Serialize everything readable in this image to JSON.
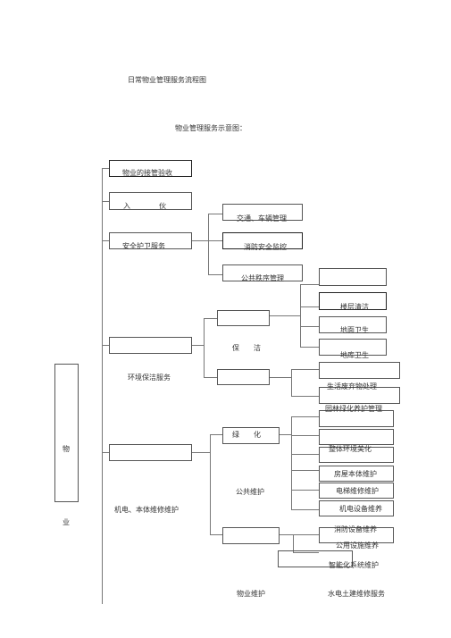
{
  "doc": {
    "title": "日常物业管理服务流程图",
    "subtitle": "物业管理服务示意图："
  },
  "root": {
    "char1": "物",
    "char2": "业"
  },
  "level1": {
    "takeover": "物业的接管验收",
    "movein": "入　　　　伙",
    "security": "安全护卫服务",
    "environment": "环境保洁服务",
    "mep": "机电、本体维修维护"
  },
  "security_items": {
    "traffic": "交通、车辆管理",
    "fire": "消防安全监控",
    "public_order": "公共秩序管理"
  },
  "cleaning": {
    "label": "保　　洁",
    "floor": "楼层清洁",
    "ground": "地面卫生",
    "underground": "地库卫生",
    "waste": "生活废弃物处理"
  },
  "greening": {
    "label": "绿　　化",
    "garden": "园林绿化养护管理",
    "overall": "整体环境美化"
  },
  "maintenance": {
    "public_label": "公共维护",
    "building": "房屋本体维护",
    "elevator": "电梯维修维护",
    "equipment": "机电设备维养",
    "fire_equipment": "消防设备维养",
    "public_facility": "公用设施维养",
    "intelligent": "智能化系统维护",
    "property_label": "物业维护",
    "utilities": "水电土建维修服务"
  }
}
